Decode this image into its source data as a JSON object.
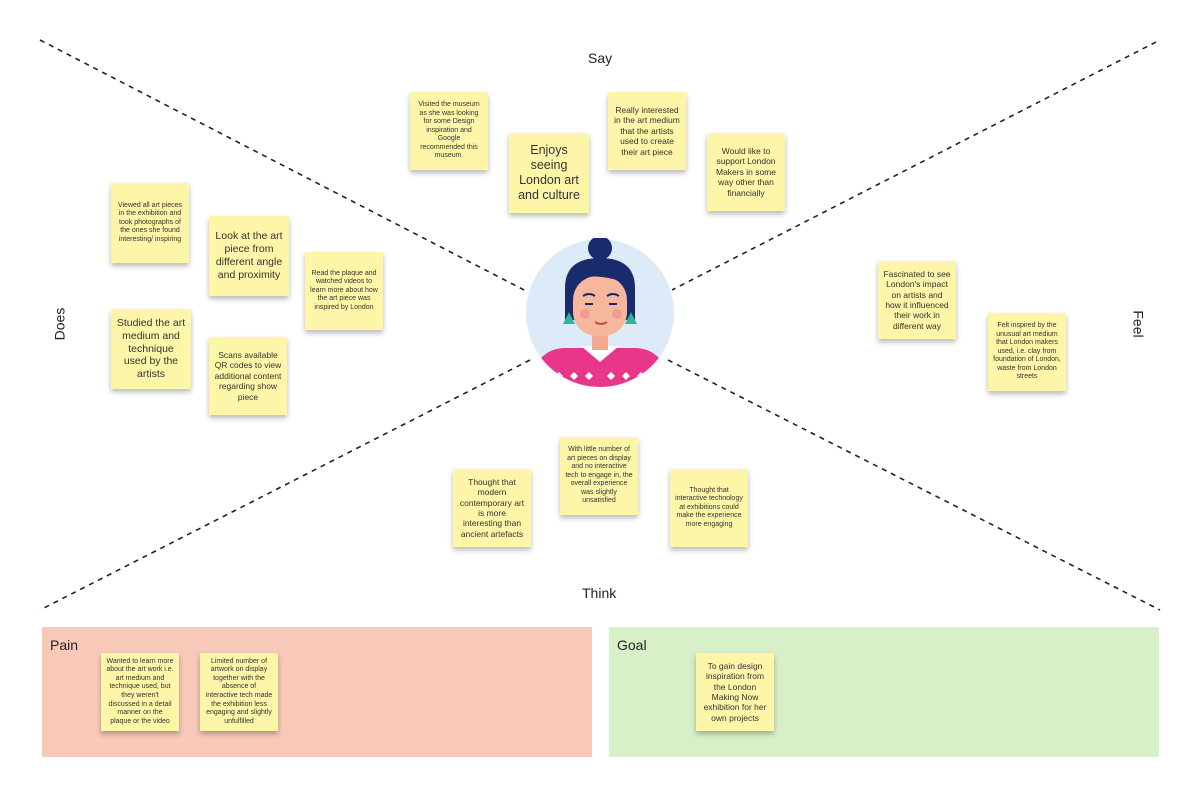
{
  "axes": {
    "say": "Say",
    "does": "Does",
    "feel": "Feel",
    "think": "Think"
  },
  "notes": {
    "say_1": "Visited the museum as she was looking for some Design inspiration and Google recommended this museum.",
    "say_2": "Enjoys seeing London art and culture",
    "say_3": "Really interested in the art medium that the artists used to create their art piece",
    "say_4": "Would like to support London Makers in some way other than financially",
    "does_1": "Viewed all art pieces in the exhibition and took photographs of the ones she found interesting/ inspiring",
    "does_2": "Look at the art piece from different angle and proximity",
    "does_3": "Read the plaque and watched videos to learn more about how the art piece was inspired by London",
    "does_4": "Studied the art medium and technique used by the artists",
    "does_5": "Scans  available QR codes to view additional content regarding show piece",
    "feel_1": "Fascinated to see London's impact on artists and how it influenced their work in different way",
    "feel_2": "Felt inspired by the unusual art medium that London makers used, i.e. clay from foundation of London, waste from London streets",
    "think_1": "Thought that modern contemporary art is more interesting than ancient artefacts",
    "think_2": "With little number of art pieces on display and no interactive tech to engage in, the overall experience was slightly unsatisfied",
    "think_3": "Thought that interactive technology at exhibitions could make the experience more engaging"
  },
  "pain": {
    "title": "Pain",
    "color": "#f8c8b8",
    "notes": [
      "Wanted to learn more about the art work i.e. art medium and technique used, but they weren't discussed in a detail manner on the plaque or the video",
      "Limited number of artwork on display together with the absence of interactive tech made the exhibition less engaging and slightly unfulfilled"
    ]
  },
  "goal": {
    "title": "Goal",
    "color": "#d8f0c8",
    "notes": [
      "To gain design inspiration from the London Making Now exhibition for her own projects"
    ]
  },
  "colors": {
    "sticky": "#fdf6a8",
    "avatar_bg": "#dcebf7",
    "hair": "#1a2b6d",
    "sweater": "#e8378a"
  },
  "icons": {
    "center": "persona-avatar"
  }
}
